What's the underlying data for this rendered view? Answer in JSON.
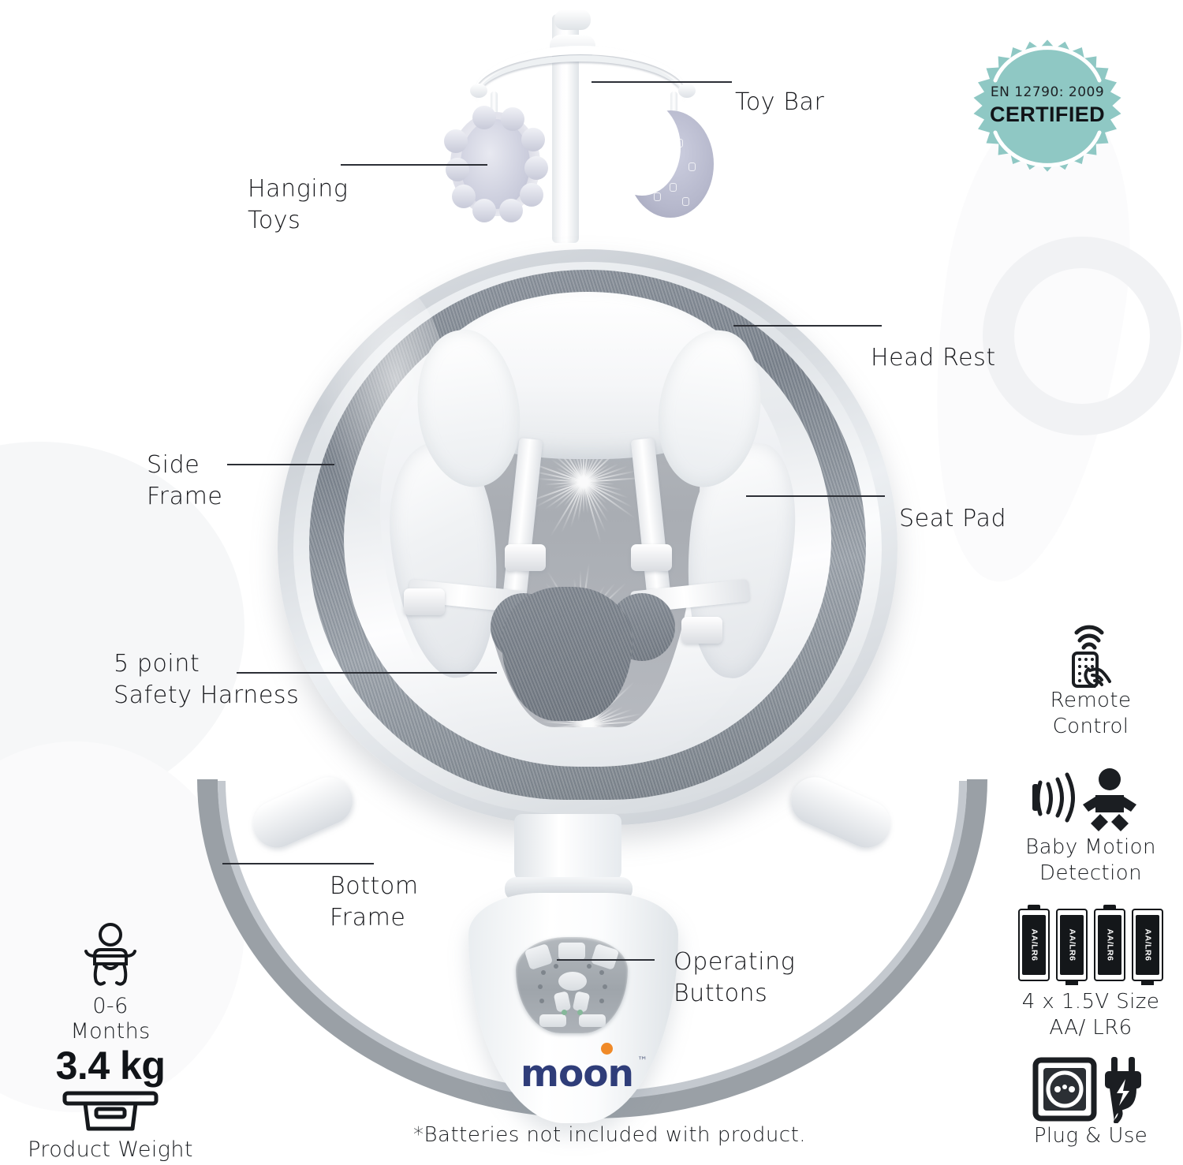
{
  "certification": {
    "standard": "EN 12790: 2009",
    "status": "CERTIFIED",
    "badge_color": "#8fc8c4"
  },
  "callouts": [
    {
      "key": "toy_bar",
      "label": "Toy Bar"
    },
    {
      "key": "hanging_toys",
      "label": "Hanging\nToys"
    },
    {
      "key": "head_rest",
      "label": "Head Rest"
    },
    {
      "key": "side_frame",
      "label": "Side\nFrame"
    },
    {
      "key": "seat_pad",
      "label": "Seat Pad"
    },
    {
      "key": "safety_harness",
      "label": "5 point\nSafety Harness"
    },
    {
      "key": "bottom_frame",
      "label": "Bottom\nFrame"
    },
    {
      "key": "operating_buttons",
      "label": "Operating\nButtons"
    }
  ],
  "features": [
    {
      "icon": "remote-control-icon",
      "label": "Remote\nControl"
    },
    {
      "icon": "baby-motion-detection-icon",
      "label": "Baby Motion\nDetection"
    },
    {
      "icon": "battery-icon",
      "label": "4 x 1.5V Size\nAA/ LR6",
      "battery_label": "AA/LR6",
      "battery_count": 4
    },
    {
      "icon": "plug-and-socket-icon",
      "label": "Plug & Use"
    }
  ],
  "stats": [
    {
      "icon": "baby-age-icon",
      "label": "0-6\nMonths"
    },
    {
      "icon": "scale-icon",
      "value": "3.4 kg",
      "label": "Product Weight"
    }
  ],
  "footnote": "*Batteries not included with product.",
  "brand": {
    "name": "moon",
    "trademark": "™",
    "color": "#2f3d79",
    "accent_color": "#f08a28"
  }
}
